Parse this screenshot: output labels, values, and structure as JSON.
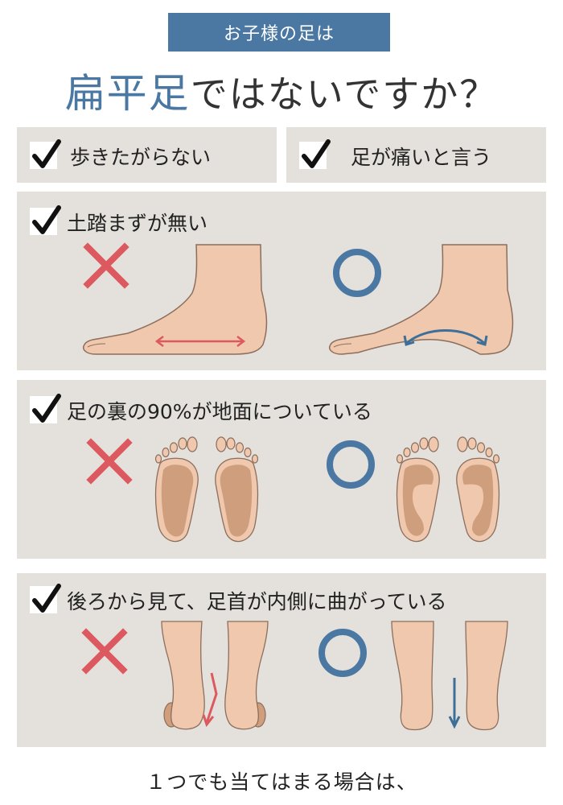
{
  "header": {
    "badge": "お子様の足は",
    "title_accent": "扁平足",
    "title_rest": "ではないですか？"
  },
  "checks": {
    "item1": "歩きたがらない",
    "item2": "足が痛いと言う",
    "item3": "土踏まずが無い",
    "item4": "足の裏の90%が地面についている",
    "item5": "後ろから見て、足首が内側に曲がっている"
  },
  "footer": {
    "text": "１つでも当てはまる場合は、"
  },
  "colors": {
    "accent": "#4a78a3",
    "panel": "#e4e1dc",
    "cross": "#dc5a5f",
    "circle": "#4a78a3",
    "skin": "#efc8ad",
    "skin_outline": "#8c6e5c",
    "sole_dark": "#cf9e7d"
  }
}
